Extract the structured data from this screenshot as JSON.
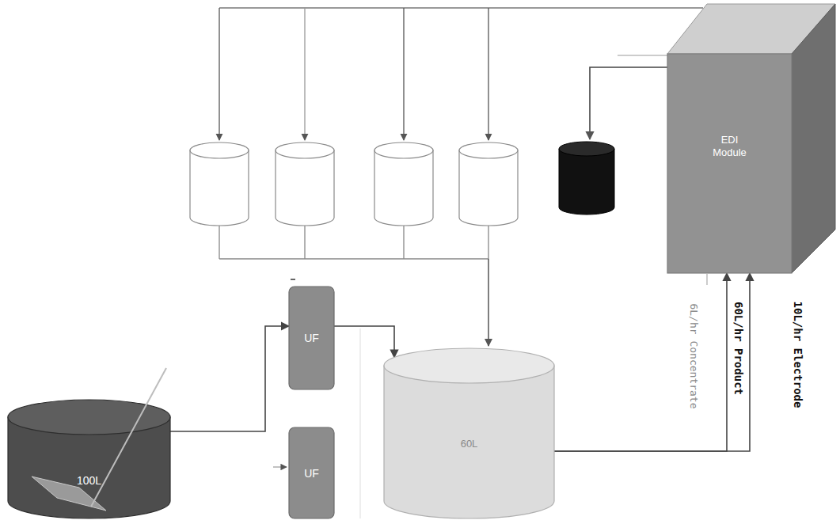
{
  "diagram": {
    "nodes": [
      {
        "text": [
          "100L"
        ]
      },
      {
        "text": [
          "UF"
        ]
      },
      {
        "text": [
          "UF"
        ]
      },
      {
        "text": [
          "60L"
        ]
      },
      {
        "text": [
          "EDI Module"
        ]
      }
    ],
    "edges": [
      {
        "from": 0,
        "to": 1,
        "arrow": "to"
      },
      {
        "from": 1,
        "to": 3,
        "arrow": "to"
      },
      {
        "from": 3,
        "to": 4,
        "label": "60L/hr Product",
        "arrow": "to"
      },
      {
        "from": 3,
        "to": 4,
        "label": "10L/hr Electrode",
        "arrow": "to"
      }
    ],
    "labels": [
      "6L/hr Concentrate"
    ]
  }
}
